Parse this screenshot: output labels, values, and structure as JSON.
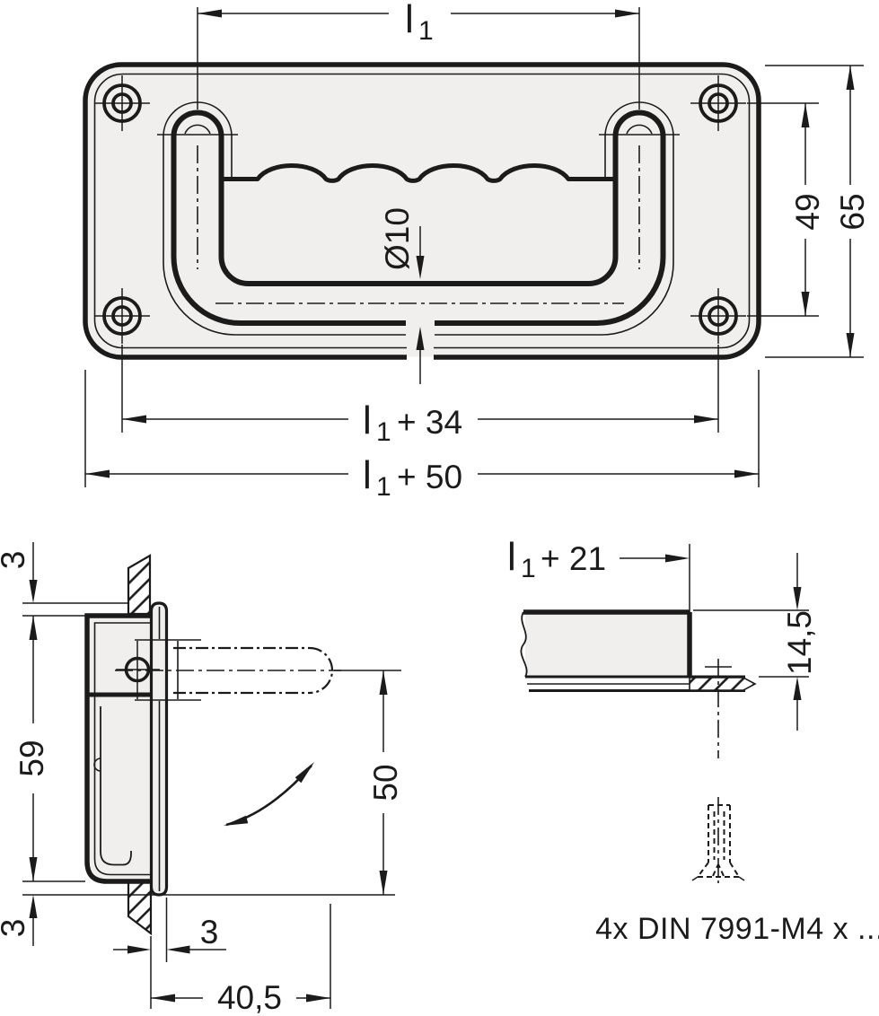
{
  "drawing": {
    "top_view": {
      "length": {
        "base": "l",
        "sub": "1",
        "suffix": ""
      },
      "hole_pitch": {
        "base": "l",
        "sub": "1",
        "suffix": "+ 34"
      },
      "overall": {
        "base": "l",
        "sub": "1",
        "suffix": "+ 50"
      },
      "hole_span": "49",
      "plate_height": "65",
      "rod_diameter": "Ø10"
    },
    "side_view": {
      "flange_top": "3",
      "cutout_height": "59",
      "flange_bottom": "3",
      "flange_thickness": "3",
      "projection": "40,5",
      "swing_radius": "50"
    },
    "profile_view": {
      "cutout_length": {
        "base": "l",
        "sub": "1",
        "suffix": "+ 21"
      },
      "depth": "14,5",
      "screw_note": "4x DIN 7991-M4 x ..."
    }
  }
}
